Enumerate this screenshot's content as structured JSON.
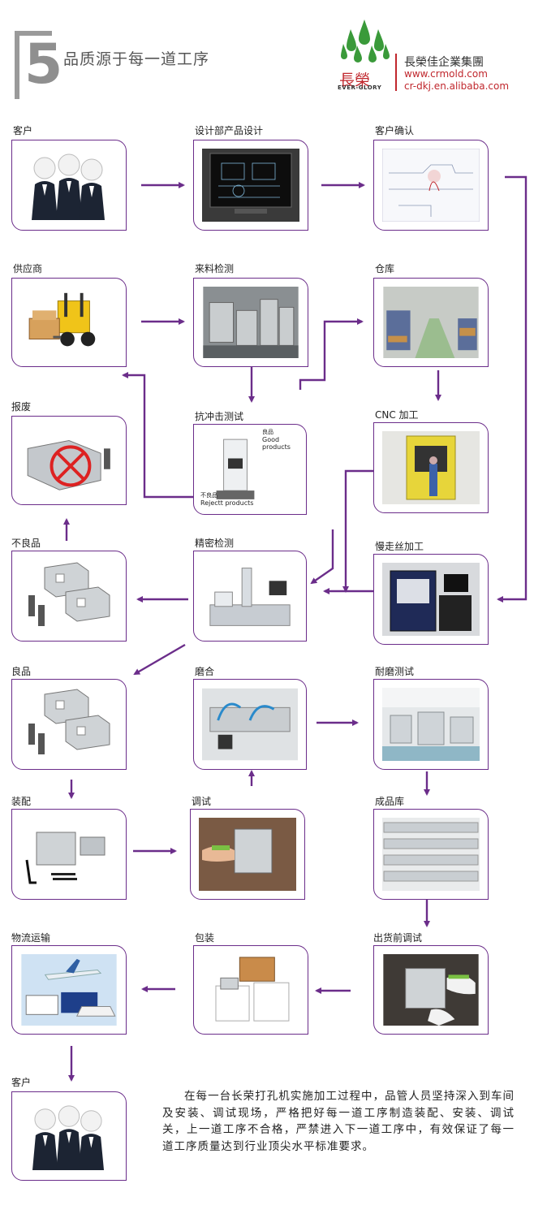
{
  "header": {
    "number": "5",
    "title": "品质源于每一道工序"
  },
  "logo": {
    "cn": "長榮",
    "en": "EVER-GLORY",
    "company": "長榮佳企業集團",
    "url1": "www.crmold.com",
    "url2": "cr-dkj.en.alibaba.com",
    "colors": {
      "drops": "#3a9a3a",
      "accent": "#c0272d"
    }
  },
  "theme": {
    "frame_color": "#6b2d8a",
    "arrow_color": "#6b2d8a"
  },
  "steps": {
    "customer_top": "客户",
    "design": "设计部产品设计",
    "confirm": "客户确认",
    "supplier": "供应商",
    "incoming": "来料检测",
    "warehouse": "仓库",
    "scrap": "报废",
    "impact": "抗冲击测试",
    "cnc": "CNC 加工",
    "defective": "不良品",
    "precision": "精密检测",
    "wire": "慢走丝加工",
    "good": "良品",
    "lapping": "磨合",
    "wear": "耐磨测试",
    "assembly": "装配",
    "debug": "调试",
    "finished": "成品库",
    "logistics": "物流运输",
    "packing": "包装",
    "predelivery": "出货前调试",
    "customer_bottom": "客户"
  },
  "impact_labels": {
    "good_cn": "良品",
    "good_en": "Good products",
    "reject_cn": "不良品",
    "reject_en": "Rejectt products"
  },
  "description": "在每一台长荣打孔机实施加工过程中，品管人员坚持深入到车间及安装、调试现场，严格把好每一道工序制造装配、安装、调试关，上一道工序不合格，严禁进入下一道工序中，有效保证了每一道工序质量达到行业顶尖水平标准要求。"
}
